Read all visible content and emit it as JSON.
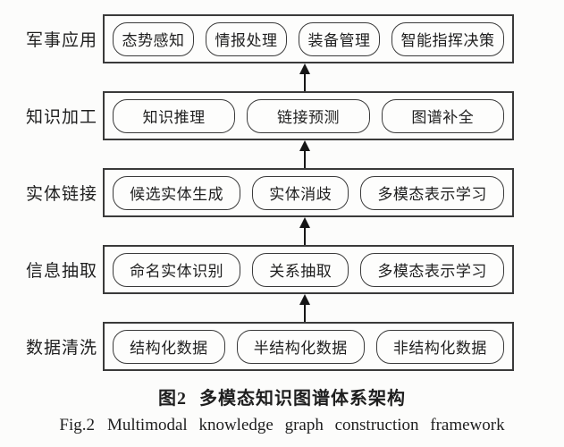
{
  "figure": {
    "caption_cn_prefix": "图2",
    "caption_cn_title": "多模态知识图谱体系架构",
    "caption_en_prefix": "Fig.2",
    "caption_en_title": "Multimodal knowledge graph construction framework"
  },
  "layers": [
    {
      "label": "军事应用",
      "items": [
        "态势感知",
        "情报处理",
        "装备管理",
        "智能指挥决策"
      ]
    },
    {
      "label": "知识加工",
      "items": [
        "知识推理",
        "链接预测",
        "图谱补全"
      ]
    },
    {
      "label": "实体链接",
      "items": [
        "候选实体生成",
        "实体消歧",
        "多模态表示学习"
      ]
    },
    {
      "label": "信息抽取",
      "items": [
        "命名实体识别",
        "关系抽取",
        "多模态表示学习"
      ]
    },
    {
      "label": "数据清洗",
      "items": [
        "结构化数据",
        "半结构化数据",
        "非结构化数据"
      ]
    }
  ],
  "flow_direction": "bottom-up",
  "colors": {
    "stroke": "#3a3a3a",
    "text": "#1f1f1f",
    "background": "#fcfcfb",
    "arrow": "#161616"
  }
}
